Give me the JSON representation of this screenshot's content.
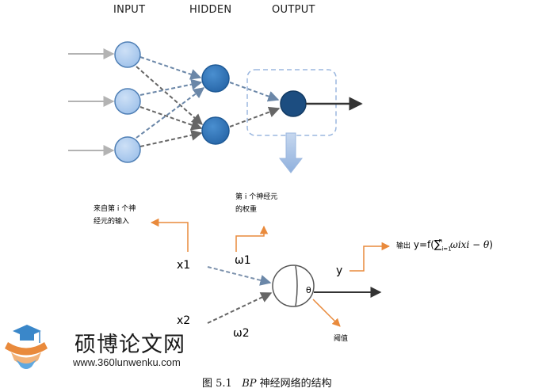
{
  "layer_labels": {
    "input": "INPUT",
    "hidden": "HIDDEN",
    "output": "OUTPUT"
  },
  "annotations": {
    "input_from_neuron_line1": "来自第 i 个神",
    "input_from_neuron_line2": "经元的输入",
    "weight_of_neuron_line1": "第 i 个神经元",
    "weight_of_neuron_line2": "的权重",
    "output_prefix": "输出",
    "threshold": "阈值"
  },
  "symbols": {
    "x1": "x1",
    "x2": "x2",
    "w1": "ω1",
    "w2": "ω2",
    "y": "y",
    "theta": "θ"
  },
  "formula": {
    "lhs": "y=f(",
    "sum": "∑",
    "sub": "i=1",
    "sup": "n",
    "body": "ωixi − θ",
    "close": ")"
  },
  "watermark": {
    "name": "硕博论文网",
    "url": "www.360lunwenku.com"
  },
  "caption": {
    "figure_no": "图 5.1",
    "bp": "BP",
    "title": "神经网络的结构"
  },
  "colors": {
    "input_node": "#a9c8ec",
    "hidden_node": "#2f75b9",
    "output_node": "#1c4d80",
    "dashed_connection": "#6b87a8",
    "dark_connection": "#666666",
    "orange_callout": "#e98a3c",
    "down_arrow": "#9bb7df"
  }
}
